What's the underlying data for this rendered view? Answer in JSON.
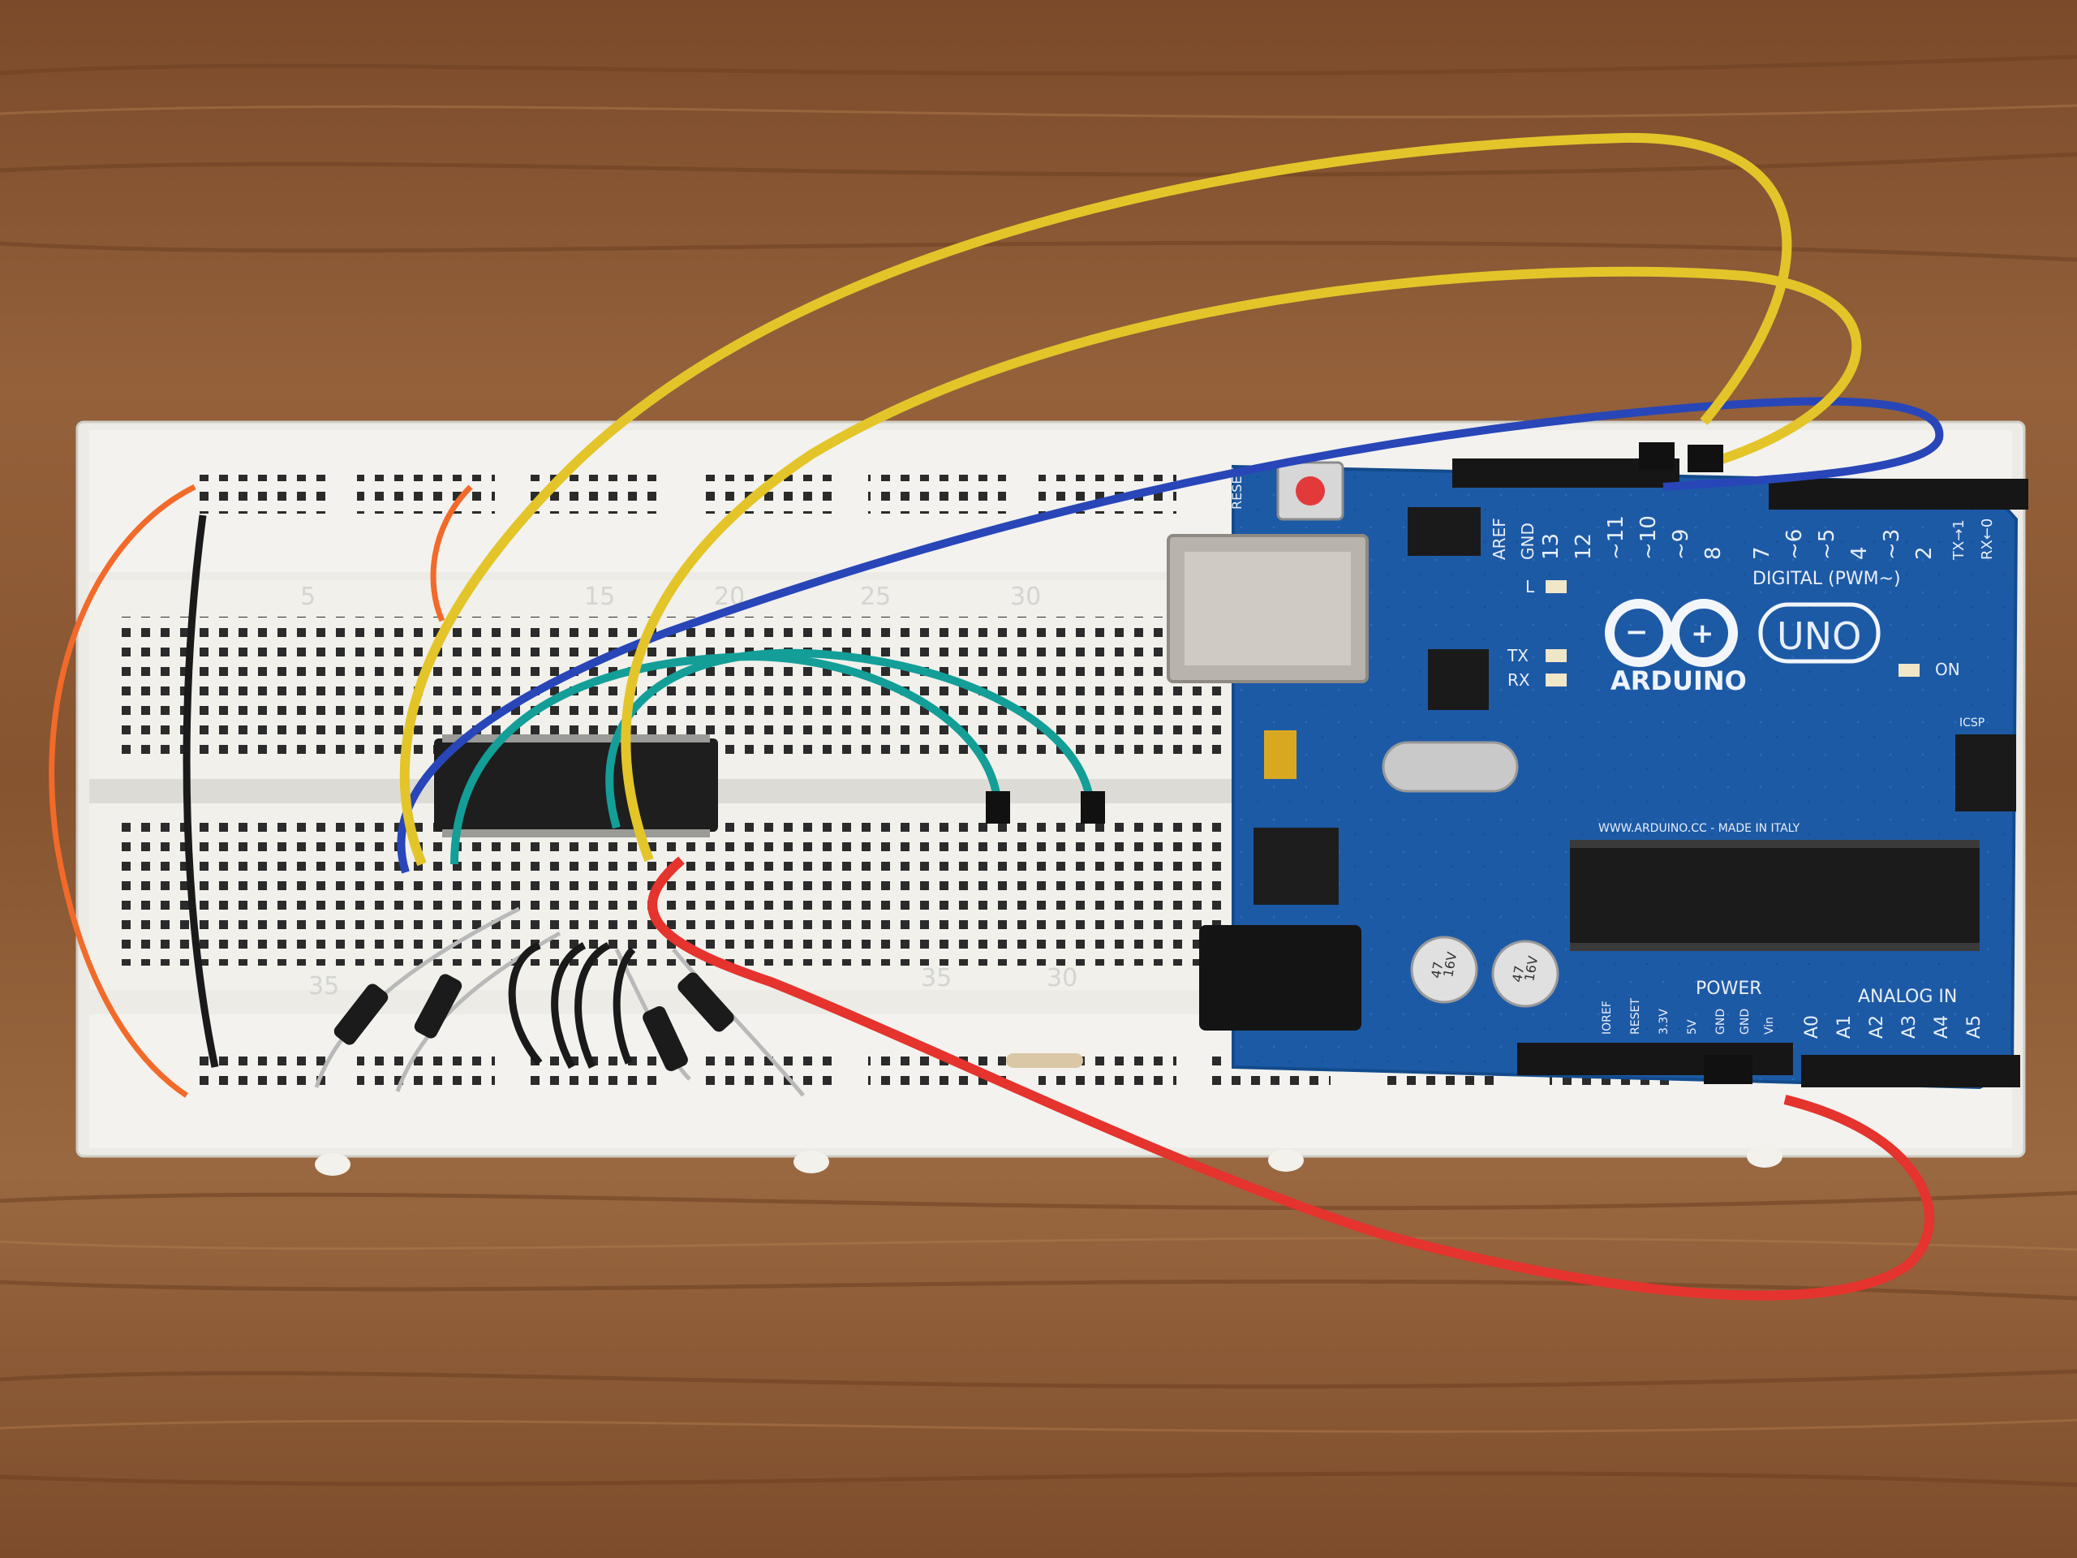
{
  "colors": {
    "table": "#8a5a36",
    "breadboard": "#ecebe6",
    "arduino_pcb": "#1d5aa6",
    "wire_yellow": "#e3c52a",
    "wire_blue": "#2846b8",
    "wire_teal": "#149e98",
    "wire_red": "#e5332e",
    "wire_orange": "#f26a2a",
    "wire_black": "#1a1a1a"
  },
  "breadboard": {
    "column_numbers_top": [
      "5",
      "15",
      "20",
      "25",
      "30"
    ],
    "column_numbers_bottom": [
      "35",
      "35",
      "30"
    ]
  },
  "arduino": {
    "brand": "ARDUINO",
    "model": "UNO",
    "reset_label": "RESET",
    "aref_label": "AREF",
    "gnd_label": "GND",
    "digital_pins": [
      "13",
      "12",
      "~11",
      "~10",
      "~9",
      "8",
      "7",
      "~6",
      "~5",
      "4",
      "~3",
      "2",
      "TX→1",
      "RX←0"
    ],
    "digital_label": "DIGITAL (PWM~)",
    "led_l": "L",
    "led_tx": "TX",
    "led_rx": "RX",
    "led_on": "ON",
    "icsp_label": "ICSP",
    "website": "WWW.ARDUINO.CC - MADE IN ITALY",
    "power_label": "POWER",
    "power_pins": [
      "IOREF",
      "RESET",
      "3.3V",
      "5V",
      "GND",
      "GND",
      "Vin"
    ],
    "analog_label": "ANALOG IN",
    "analog_pins": [
      "A0",
      "A1",
      "A2",
      "A3",
      "A4",
      "A5"
    ],
    "capacitor_label": [
      "47",
      "16V"
    ]
  }
}
